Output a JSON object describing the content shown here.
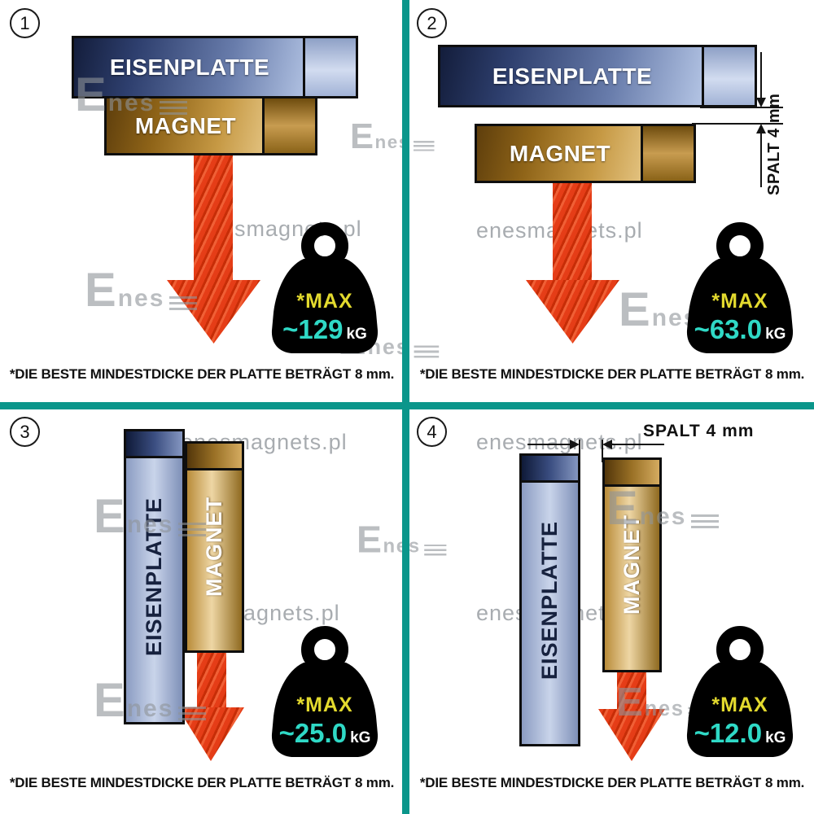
{
  "colors": {
    "divider": "#0b968b",
    "arrow": "#e53d17",
    "max_label": "#e3da2e",
    "value": "#2fd9c6"
  },
  "watermark": {
    "logo": "Enes",
    "site": "enesmagnets.pl"
  },
  "shared": {
    "plate_label": "EISENPLATTE",
    "magnet_label": "MAGNET",
    "max_label": "*MAX",
    "unit": "kG",
    "footnote_text": "*DIE BESTE MINDESTDICKE DER PLATTE BETRÄGT",
    "footnote_bold": "8 mm."
  },
  "panels": [
    {
      "number": "1",
      "value": "~129"
    },
    {
      "number": "2",
      "value": "~63.0",
      "gap": "SPALT 4 mm"
    },
    {
      "number": "3",
      "value": "~25.0"
    },
    {
      "number": "4",
      "value": "~12.0",
      "gap": "SPALT  4 mm"
    }
  ]
}
